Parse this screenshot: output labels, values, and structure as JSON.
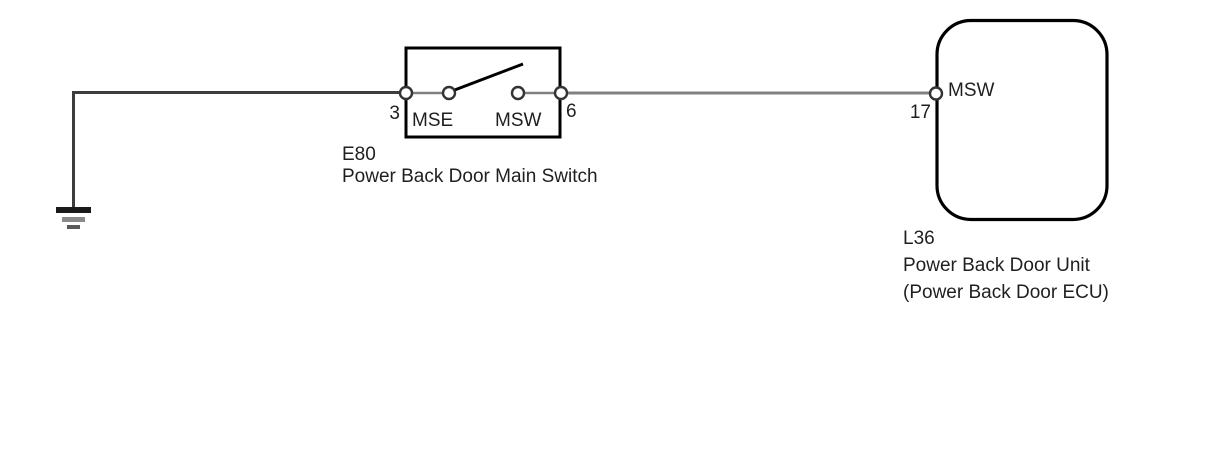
{
  "colors": {
    "background": "#ffffff",
    "outline": "#000000",
    "wire_dark": "#3d3d3d",
    "wire_gray": "#808080",
    "terminal_fill": "#ffffff",
    "terminal_stroke": "#333333",
    "ground_bar_1": "#1a1a1a",
    "ground_bar_2": "#8a8a8a",
    "ground_bar_3": "#5a5a5a",
    "text": "#1f1f1f"
  },
  "diagram": {
    "type": "wiring-diagram",
    "ground": {
      "name": "chassis-ground"
    },
    "main_switch": {
      "connector_id": "E80",
      "label": "Power Back Door Main Switch",
      "terminals": [
        {
          "pin": "3",
          "signal": "MSE"
        },
        {
          "pin": "6",
          "signal": "MSW"
        }
      ]
    },
    "ecu": {
      "connector_id": "L36",
      "label_line1": "Power Back Door Unit",
      "label_line2": "(Power Back Door ECU)",
      "terminals": [
        {
          "pin": "17",
          "signal": "MSW"
        }
      ]
    }
  }
}
